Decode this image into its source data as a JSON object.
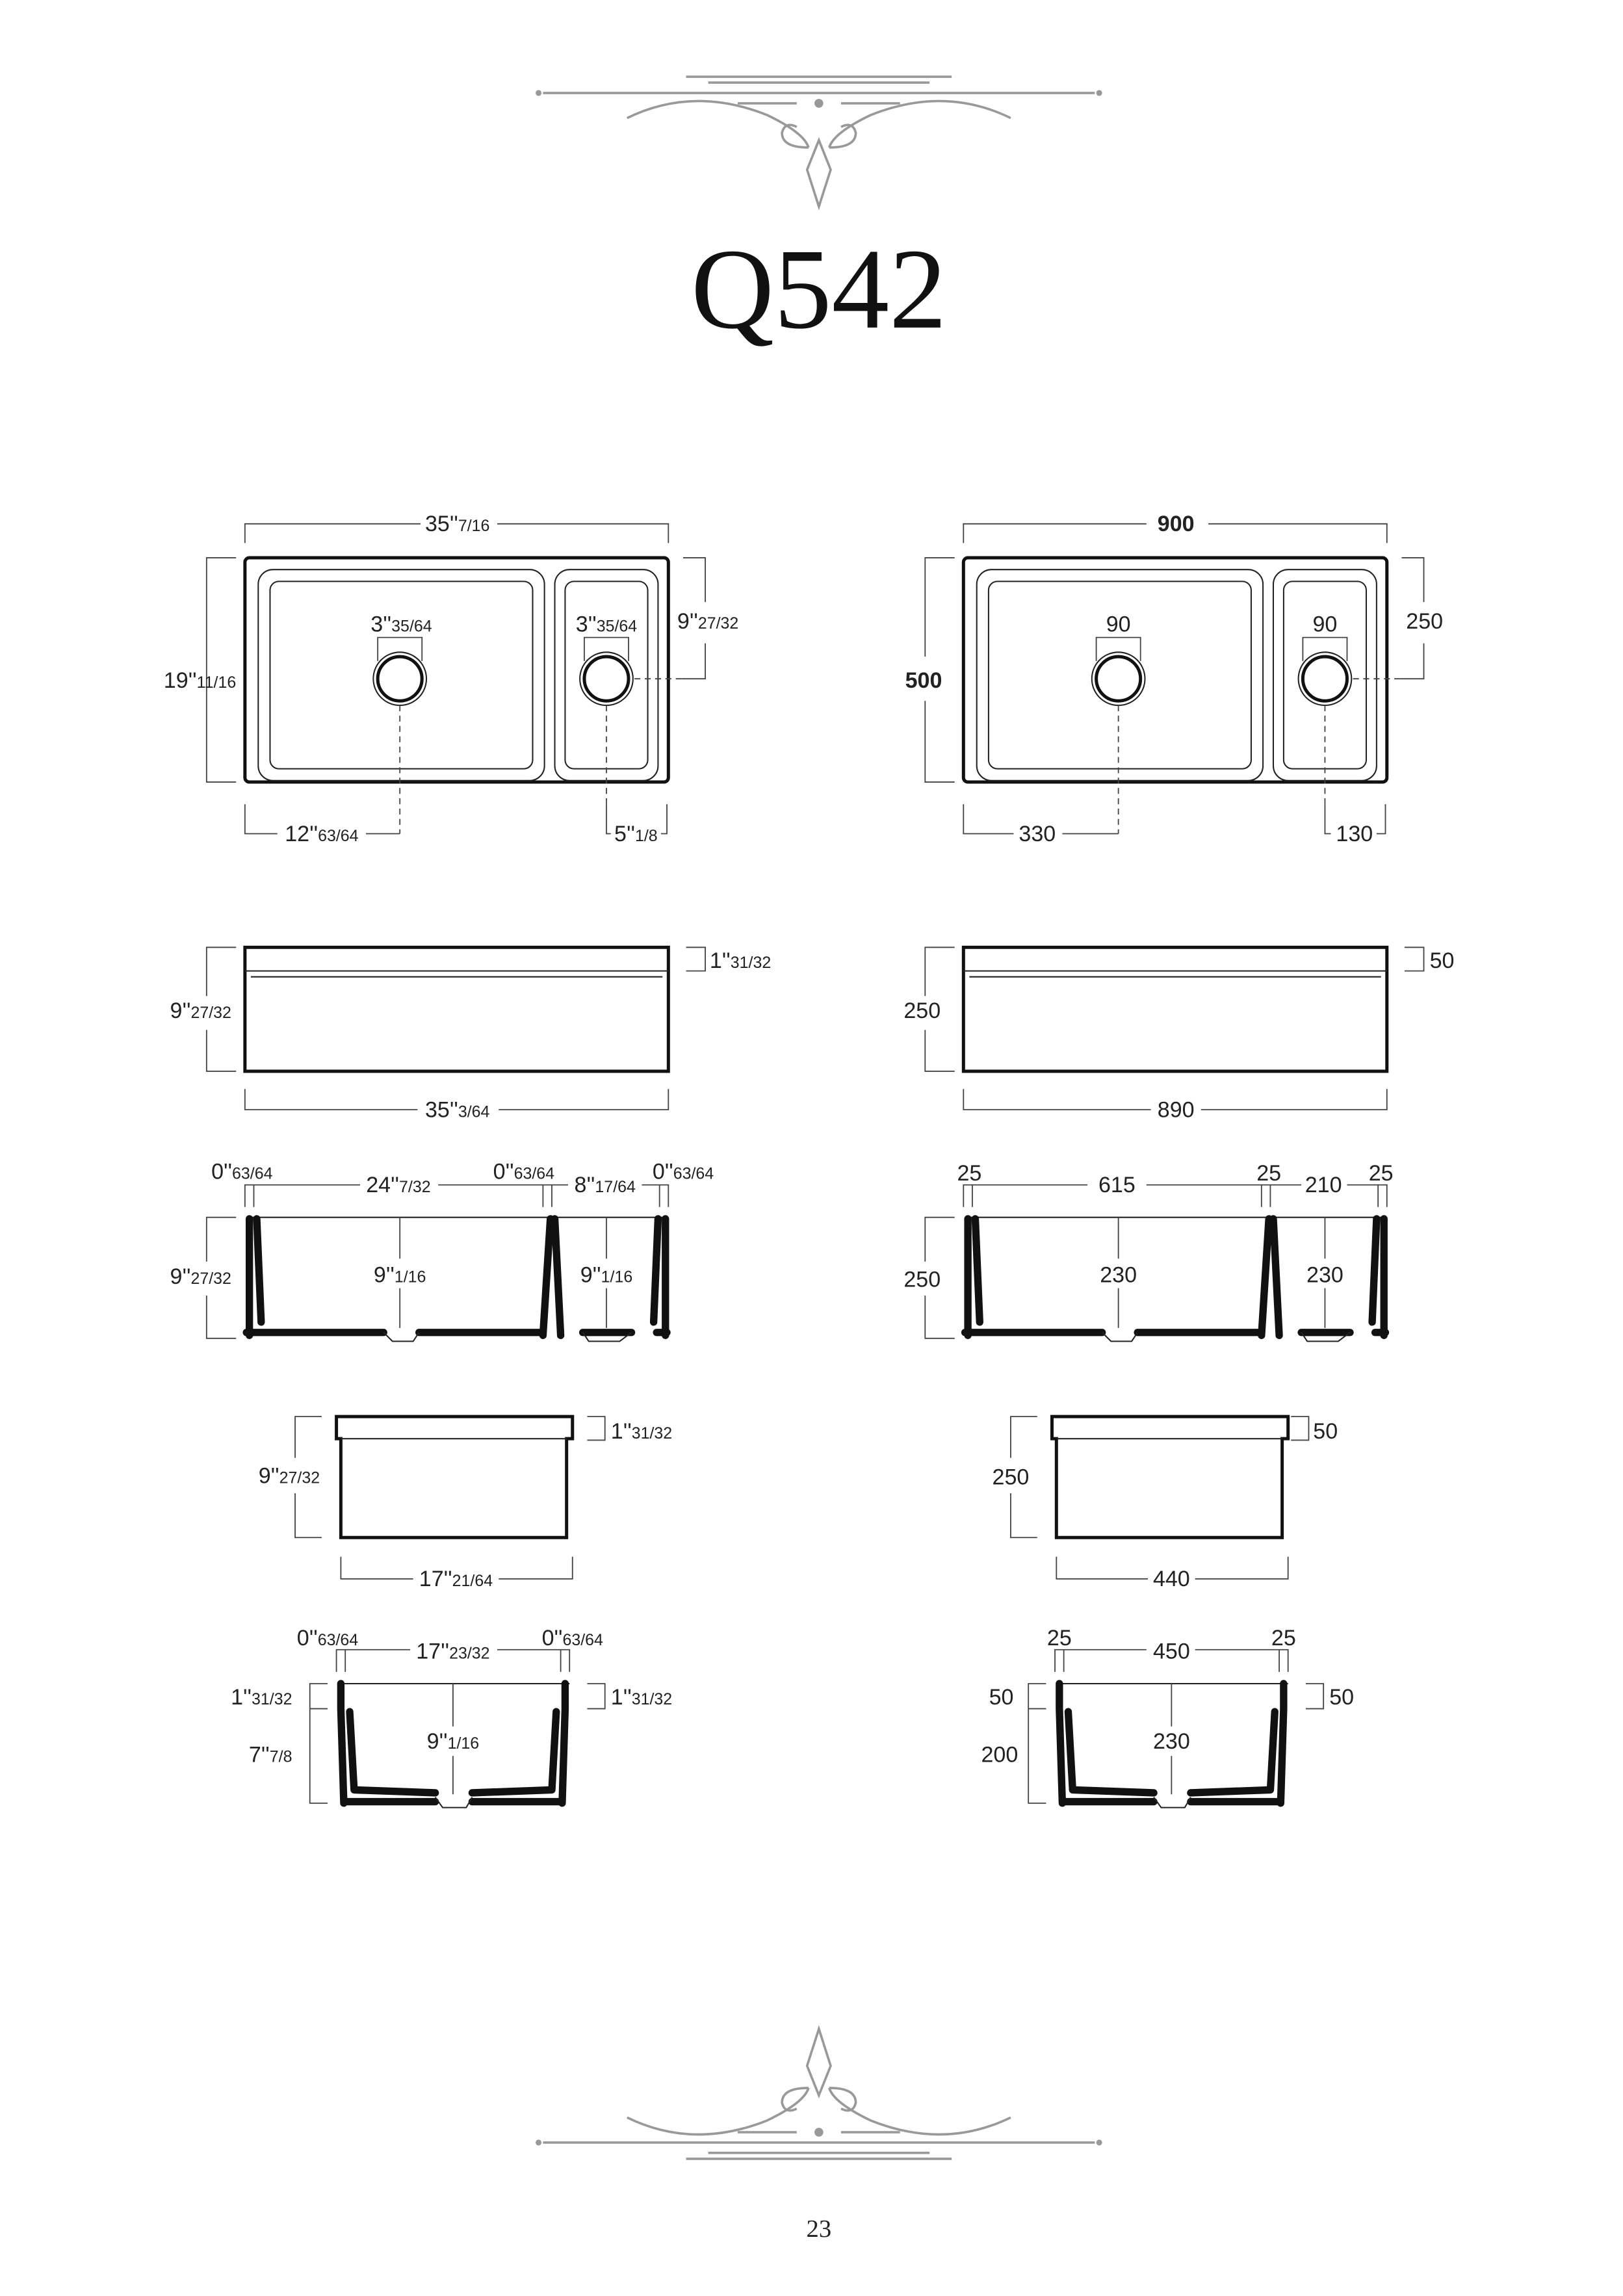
{
  "title": "Q542",
  "page_number": "23",
  "imperial": {
    "top_view": {
      "overall_width": {
        "w": "35''",
        "f": "7/16"
      },
      "overall_depth": {
        "w": "19''",
        "f": "11/16"
      },
      "drain_large": {
        "w": "3''",
        "f": "35/64"
      },
      "drain_small": {
        "w": "3''",
        "f": "35/64"
      },
      "drain_from_back": {
        "w": "9''",
        "f": "27/32"
      },
      "drain_large_from_left": {
        "w": "12''",
        "f": "63/64"
      },
      "drain_small_from_right": {
        "w": "5''",
        "f": "1/8"
      }
    },
    "front_view": {
      "height": {
        "w": "9''",
        "f": "27/32"
      },
      "rim": {
        "w": "1''",
        "f": "31/32"
      },
      "width": {
        "w": "35''",
        "f": "3/64"
      }
    },
    "front_section": {
      "wall_left": {
        "w": "0''",
        "f": "63/64"
      },
      "bowl_large": {
        "w": "24''",
        "f": "7/32"
      },
      "wall_middle": {
        "w": "0''",
        "f": "63/64"
      },
      "bowl_small": {
        "w": "8''",
        "f": "17/64"
      },
      "wall_right": {
        "w": "0''",
        "f": "63/64"
      },
      "height": {
        "w": "9''",
        "f": "27/32"
      },
      "depth_large": {
        "w": "9''",
        "f": "1/16"
      },
      "depth_small": {
        "w": "9''",
        "f": "1/16"
      }
    },
    "side_view": {
      "height": {
        "w": "9''",
        "f": "27/32"
      },
      "rim": {
        "w": "1''",
        "f": "31/32"
      },
      "width": {
        "w": "17''",
        "f": "21/64"
      }
    },
    "side_section": {
      "wall_left": {
        "w": "0''",
        "f": "63/64"
      },
      "inner_width": {
        "w": "17''",
        "f": "23/32"
      },
      "wall_right": {
        "w": "0''",
        "f": "63/64"
      },
      "rim_left": {
        "w": "1''",
        "f": "31/32"
      },
      "lower_height": {
        "w": "7''",
        "f": "7/8"
      },
      "rim_right": {
        "w": "1''",
        "f": "31/32"
      },
      "depth": {
        "w": "9''",
        "f": "1/16"
      }
    }
  },
  "metric": {
    "top_view": {
      "overall_width": "900",
      "overall_depth": "500",
      "drain_large": "90",
      "drain_small": "90",
      "drain_from_back": "250",
      "drain_large_from_left": "330",
      "drain_small_from_right": "130"
    },
    "front_view": {
      "height": "250",
      "rim": "50",
      "width": "890"
    },
    "front_section": {
      "wall_left": "25",
      "bowl_large": "615",
      "wall_middle": "25",
      "bowl_small": "210",
      "wall_right": "25",
      "height": "250",
      "depth_large": "230",
      "depth_small": "230"
    },
    "side_view": {
      "height": "250",
      "rim": "50",
      "width": "440"
    },
    "side_section": {
      "wall_left": "25",
      "inner_width": "450",
      "wall_right": "25",
      "rim_left": "50",
      "lower_height": "200",
      "rim_right": "50",
      "depth": "230"
    }
  }
}
